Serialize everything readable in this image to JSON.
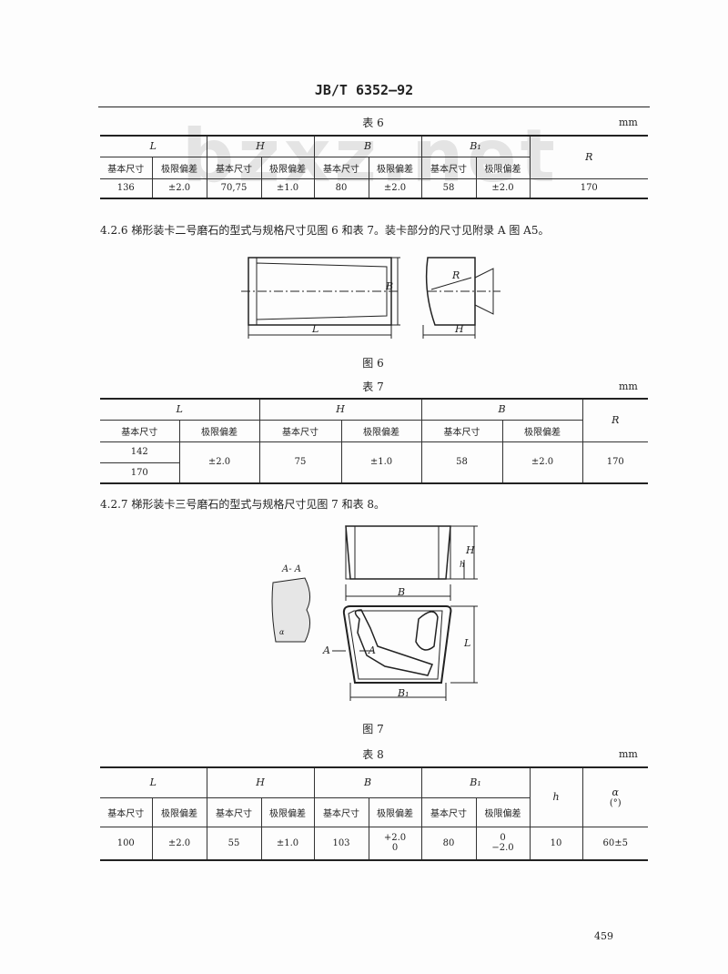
{
  "header": "JB/T 6352—92",
  "watermark": "bzxz.net",
  "table6": {
    "caption": "表 6",
    "unit": "mm",
    "groups": [
      "L",
      "H",
      "B",
      "B₁",
      "R"
    ],
    "sub": [
      "基本尺寸",
      "极限偏差"
    ],
    "row": [
      "136",
      "±2.0",
      "70,75",
      "±1.0",
      "80",
      "±2.0",
      "58",
      "±2.0",
      "170"
    ]
  },
  "para426": "4.2.6  梯形装卡二号磨石的型式与规格尺寸见图 6 和表 7。装卡部分的尺寸见附录 A 图 A5。",
  "fig6": {
    "caption": "图 6",
    "labels": {
      "B": "B",
      "L": "L",
      "R": "R",
      "H": "H"
    }
  },
  "table7": {
    "caption": "表 7",
    "unit": "mm",
    "groups": [
      "L",
      "H",
      "B",
      "R"
    ],
    "sub": [
      "基本尺寸",
      "极限偏差"
    ],
    "L_values": [
      "142",
      "170"
    ],
    "row": [
      "±2.0",
      "75",
      "±1.0",
      "58",
      "±2.0",
      "170"
    ]
  },
  "para427": "4.2.7  梯形装卡三号磨石的型式与规格尺寸见图 7 和表 8。",
  "fig7": {
    "caption": "图 7",
    "labels": {
      "section": "A- A",
      "H": "H",
      "h": "h",
      "B": "B",
      "L": "L",
      "B1": "B₁",
      "A1": "A",
      "A2": "A",
      "alpha": "α"
    }
  },
  "table8": {
    "caption": "表 8",
    "unit": "mm",
    "groups": [
      "L",
      "H",
      "B",
      "B₁",
      "h",
      "α",
      "(°)"
    ],
    "sub": [
      "基本尺寸",
      "极限偏差"
    ],
    "row": [
      "100",
      "±2.0",
      "55",
      "±1.0",
      "103",
      "+2.0",
      "0",
      "80",
      "0",
      "−2.0",
      "10",
      "60±5"
    ]
  },
  "page_number": "459"
}
